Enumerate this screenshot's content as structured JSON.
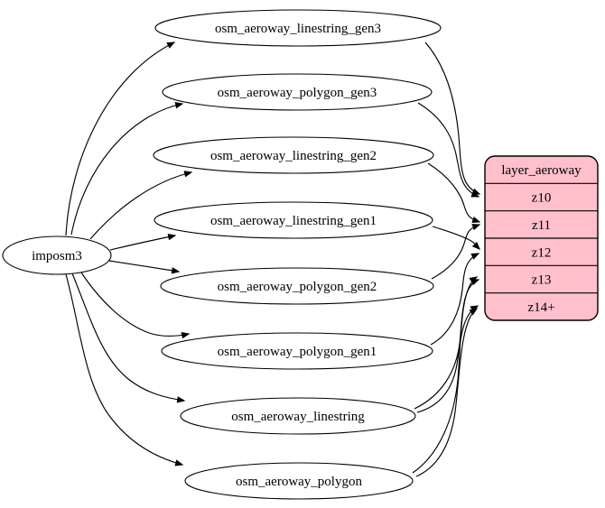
{
  "diagram": {
    "colors": {
      "layer_fill": "#ffc0cb",
      "node_fill": "#ffffff",
      "edge": "#000000",
      "text": "#000000"
    },
    "imposm_node": {
      "label": "imposm3"
    },
    "table_nodes": [
      {
        "label": "osm_aeroway_linestring_gen3"
      },
      {
        "label": "osm_aeroway_polygon_gen3"
      },
      {
        "label": "osm_aeroway_linestring_gen2"
      },
      {
        "label": "osm_aeroway_linestring_gen1"
      },
      {
        "label": "osm_aeroway_polygon_gen2"
      },
      {
        "label": "osm_aeroway_polygon_gen1"
      },
      {
        "label": "osm_aeroway_linestring"
      },
      {
        "label": "osm_aeroway_polygon"
      }
    ],
    "layer_node": {
      "title": "layer_aeroway",
      "rows": [
        {
          "label": "z10"
        },
        {
          "label": "z11"
        },
        {
          "label": "z12"
        },
        {
          "label": "z13"
        },
        {
          "label": "z14+"
        }
      ]
    },
    "edges": [
      {
        "from": "imposm3",
        "to": "osm_aeroway_linestring_gen3"
      },
      {
        "from": "imposm3",
        "to": "osm_aeroway_polygon_gen3"
      },
      {
        "from": "imposm3",
        "to": "osm_aeroway_linestring_gen2"
      },
      {
        "from": "imposm3",
        "to": "osm_aeroway_linestring_gen1"
      },
      {
        "from": "imposm3",
        "to": "osm_aeroway_polygon_gen2"
      },
      {
        "from": "imposm3",
        "to": "osm_aeroway_polygon_gen1"
      },
      {
        "from": "imposm3",
        "to": "osm_aeroway_linestring"
      },
      {
        "from": "imposm3",
        "to": "osm_aeroway_polygon"
      },
      {
        "from": "osm_aeroway_linestring_gen3",
        "to": "z10"
      },
      {
        "from": "osm_aeroway_polygon_gen3",
        "to": "z10"
      },
      {
        "from": "osm_aeroway_linestring_gen2",
        "to": "z11"
      },
      {
        "from": "osm_aeroway_polygon_gen2",
        "to": "z11"
      },
      {
        "from": "osm_aeroway_linestring_gen1",
        "to": "z12"
      },
      {
        "from": "osm_aeroway_polygon_gen1",
        "to": "z12"
      },
      {
        "from": "osm_aeroway_linestring",
        "to": "z13"
      },
      {
        "from": "osm_aeroway_polygon",
        "to": "z13"
      },
      {
        "from": "osm_aeroway_linestring",
        "to": "z14+"
      },
      {
        "from": "osm_aeroway_polygon",
        "to": "z14+"
      }
    ]
  }
}
